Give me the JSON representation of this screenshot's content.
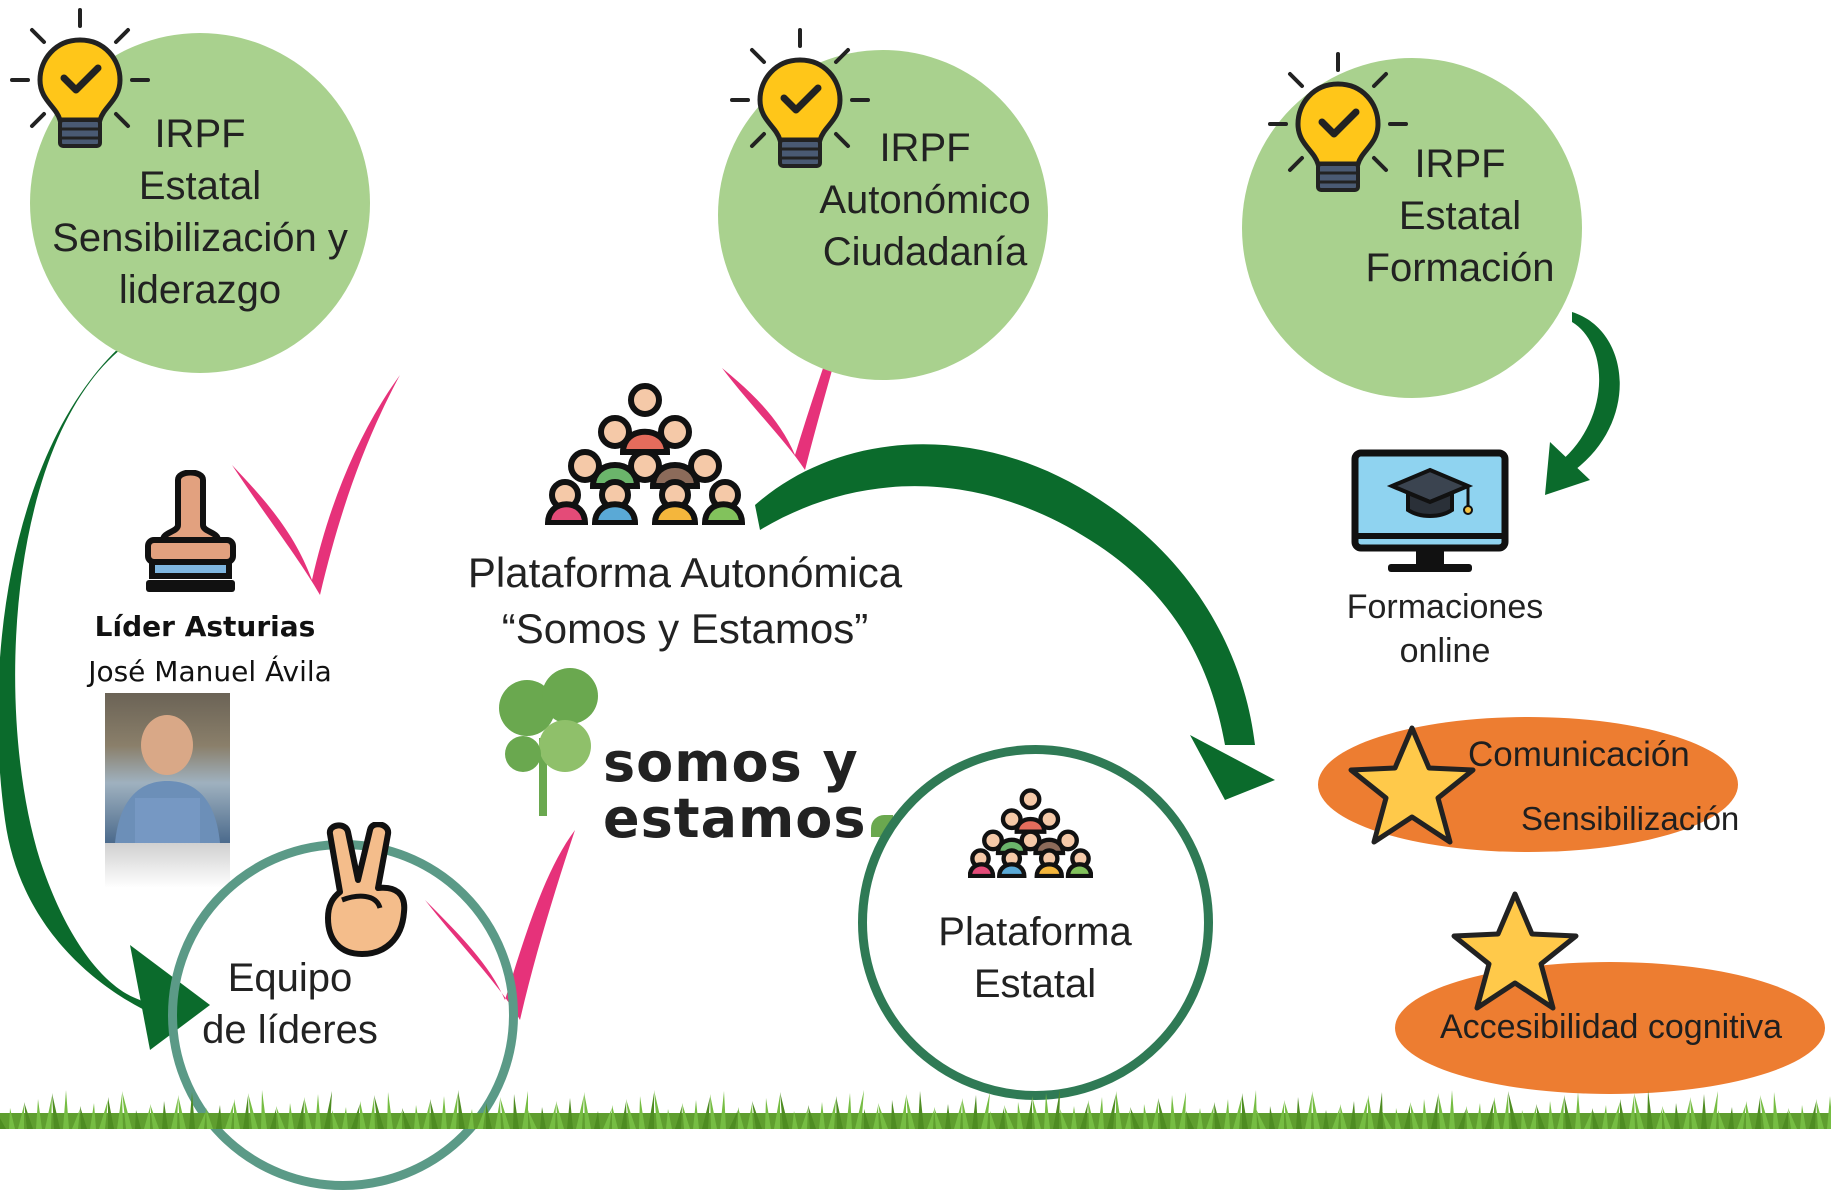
{
  "nodes": {
    "irpf_estatal_sens": {
      "lines": [
        "IRPF",
        "Estatal",
        "Sensibilización y",
        "liderazgo"
      ]
    },
    "irpf_autonomico": {
      "lines": [
        "IRPF",
        "Autonómico",
        "Ciudadanía"
      ]
    },
    "irpf_formacion": {
      "lines": [
        "IRPF",
        "Estatal",
        "Formación"
      ]
    },
    "plataforma_autonomica": {
      "lines": [
        "Plataforma Autonómica",
        "“Somos y Estamos”"
      ]
    },
    "plataforma_estatal": {
      "lines": [
        "Plataforma",
        "Estatal"
      ]
    },
    "equipo_lideres": {
      "lines": [
        "Equipo",
        "de líderes"
      ]
    },
    "formaciones_online": {
      "lines": [
        "Formaciones",
        "online"
      ]
    }
  },
  "leader": {
    "title": "Líder Asturias",
    "name": "José Manuel Ávila"
  },
  "brand": {
    "line1": "somos y",
    "line2": "estamos"
  },
  "tags": {
    "comunicacion": "Comunicación",
    "sensibilizacion": "Sensibilización",
    "accesibilidad": "Accesibilidad cognitiva"
  },
  "colors": {
    "circle_fill": "#a9d18e",
    "arrow": "#0b6b2c",
    "check": "#e6327a",
    "ellipse": "#ed7d31",
    "star": "#ffc94a"
  },
  "icons": [
    "lightbulb-check-icon",
    "crowd-icon",
    "stamp-icon",
    "peace-hand-icon",
    "monitor-graduation-icon",
    "star-icon",
    "clover-icon"
  ]
}
